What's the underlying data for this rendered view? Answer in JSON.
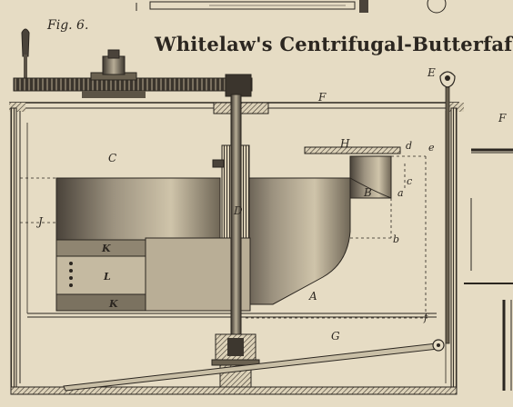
{
  "figure": {
    "fig_label": "Fig. 6.",
    "title": "Whitelaw's Centrifugal-Butterfafs."
  },
  "labels": {
    "A": "A",
    "B": "B",
    "C": "C",
    "D": "D",
    "E": "E",
    "F": "F",
    "G": "G",
    "H": "H",
    "J": "J",
    "K_upper": "K",
    "K_lower": "K",
    "L": "L",
    "a": "a",
    "b": "b",
    "c": "c",
    "d": "d",
    "e": "e",
    "f": "f",
    "F_right": "F"
  },
  "colors": {
    "paper": "#e6dcc4",
    "ink": "#2b2620",
    "hatch": "#3a342c"
  }
}
